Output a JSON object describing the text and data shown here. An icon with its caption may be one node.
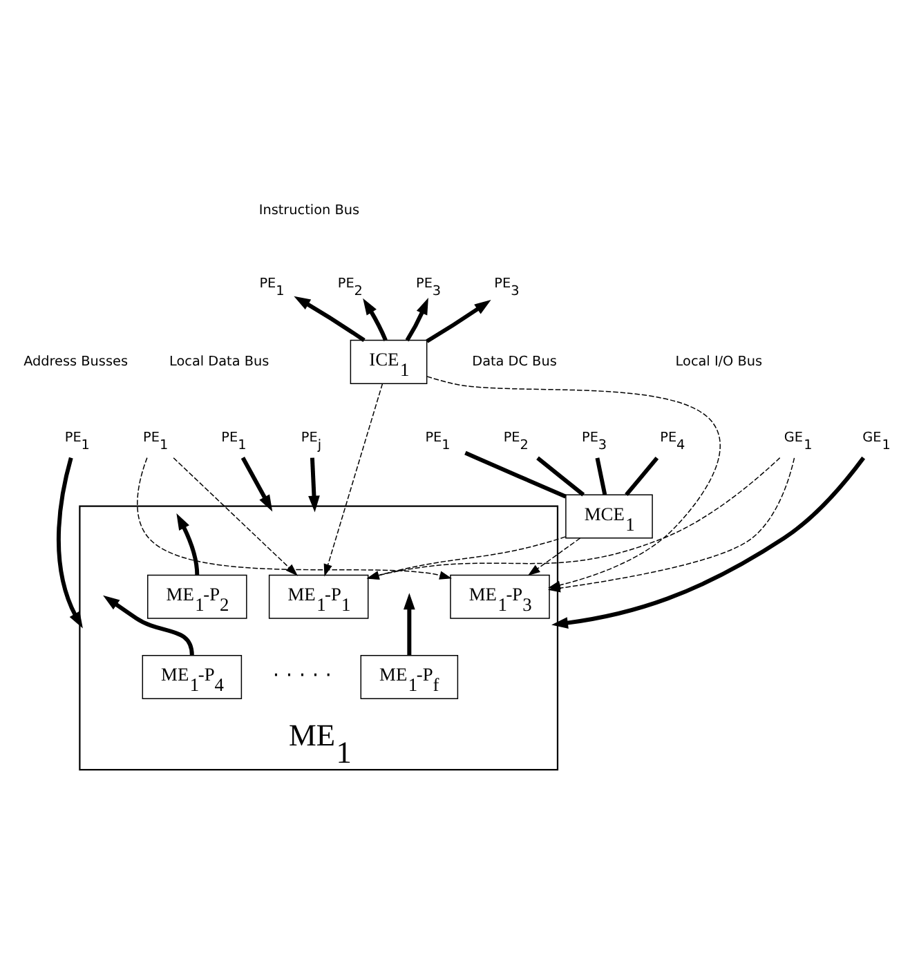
{
  "diagram": {
    "nodes": [
      {
        "text": [
          "PE$_{1}$"
        ]
      },
      {
        "text": [
          "PE$_{2}$"
        ]
      },
      {
        "text": [
          "PE$_{3}$"
        ]
      },
      {
        "text": [
          "PE$_{3}$"
        ]
      },
      {
        "text": [
          "ICE$_{1}$"
        ]
      },
      {
        "text": [
          "GE$_{1}$"
        ]
      },
      {
        "text": [
          "PE$_{1}$"
        ]
      },
      {
        "text": [
          "PE$_{1}$"
        ]
      },
      {
        "text": [
          "PE$_{j}$"
        ]
      },
      {
        "text": [
          "PE$_{1}$"
        ]
      },
      {
        "text": [
          "PE$_{1}$"
        ]
      },
      {
        "text": [
          "PE$_{2}$"
        ]
      },
      {
        "text": [
          "PE$_{3}$"
        ]
      },
      {
        "text": [
          "PE$_{4}$"
        ]
      },
      {
        "text": [
          "MCE$_{1}$"
        ]
      },
      {
        "text": [
          "GE$_{1}$"
        ]
      },
      {
        "text": [
          "ME$_{1}$"
        ]
      },
      {
        "text": [
          "ME$_{1}$-P$_{1}$"
        ],
        "in": 16
      },
      {
        "text": [
          "ME$_{1}$-P$_{2}$"
        ],
        "in": 16
      },
      {
        "text": [
          "ME$_{1}$-P$_{3}$"
        ],
        "in": 16
      },
      {
        "text": [
          "ME$_{1}$-P$_{4}$"
        ],
        "in": 16
      },
      {
        "text": [
          "ME$_{1}$-P$_{f}$"
        ],
        "in": 16
      }
    ],
    "edges": [
      {
        "from": 4,
        "to": 0,
        "arrow": "to"
      },
      {
        "from": 4,
        "to": 1,
        "arrow": "to"
      },
      {
        "from": 4,
        "to": 2,
        "arrow": "to"
      },
      {
        "from": 4,
        "to": 3,
        "arrow": "to"
      },
      {
        "from": 5,
        "to": 16,
        "arrow": "to"
      },
      {
        "from": 6,
        "to": 16,
        "arrow": "to"
      },
      {
        "from": 7,
        "to": 16,
        "arrow": "to"
      },
      {
        "from": 8,
        "to": 16,
        "arrow": "to"
      },
      {
        "from": 10,
        "to": 14,
        "arrow": "none"
      },
      {
        "from": 11,
        "to": 14,
        "arrow": "none"
      },
      {
        "from": 12,
        "to": 14,
        "arrow": "none"
      },
      {
        "from": 13,
        "to": 14,
        "arrow": "none"
      },
      {
        "from": 9,
        "to": 17,
        "arrow": "to",
        "style": "dashed"
      },
      {
        "from": 9,
        "to": 19,
        "arrow": "to",
        "style": "dashed"
      },
      {
        "from": 4,
        "to": 17,
        "arrow": "to",
        "style": "dashed"
      },
      {
        "from": 4,
        "to": 19,
        "arrow": "to",
        "style": "dashed"
      },
      {
        "from": 14,
        "to": 17,
        "arrow": "to",
        "style": "dashed"
      },
      {
        "from": 14,
        "to": 19,
        "arrow": "to",
        "style": "dashed"
      },
      {
        "from": 15,
        "to": 17,
        "arrow": "to",
        "style": "dashed"
      },
      {
        "from": 15,
        "to": 19,
        "arrow": "to",
        "style": "dashed"
      },
      {
        "from": 18,
        "to": null,
        "arrow": "to"
      },
      {
        "from": 20,
        "to": null,
        "arrow": "to"
      },
      {
        "from": 21,
        "to": null,
        "arrow": "to"
      }
    ],
    "labels": [
      "Instruction Bus",
      "Address Busses",
      "Local Data Bus",
      "Data DC Bus",
      "Local I/O Bus",
      "· · · · ·"
    ]
  }
}
